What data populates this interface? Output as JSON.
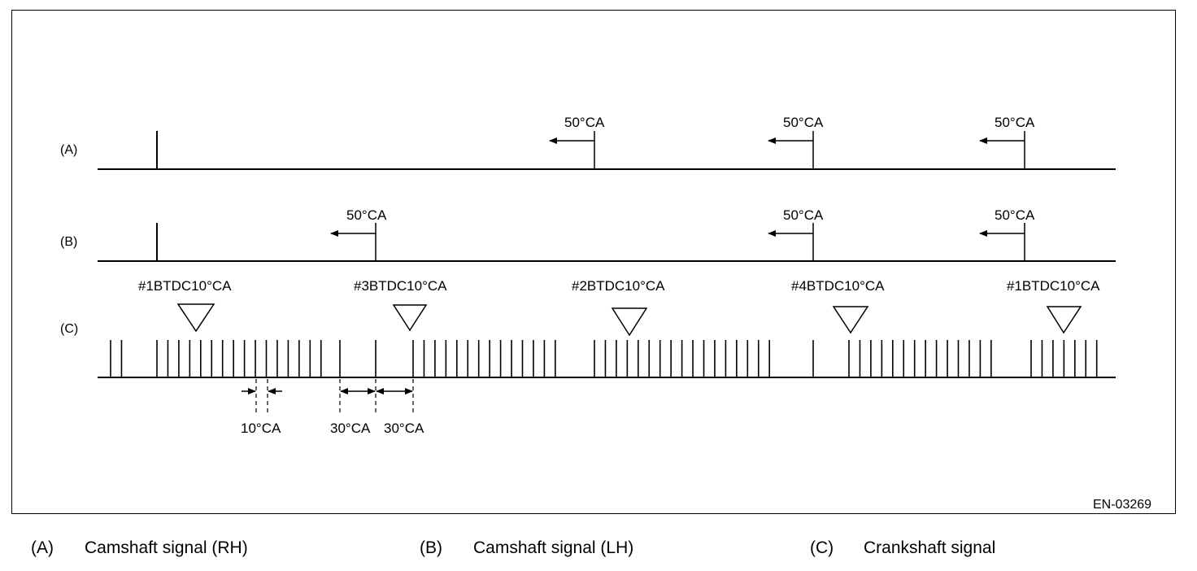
{
  "diagram": {
    "row_labels": {
      "a": "(A)",
      "b": "(B)",
      "c": "(C)"
    },
    "angle_label": "50°CA",
    "tdc_labels": [
      "#1BTDC10°CA",
      "#3BTDC10°CA",
      "#2BTDC10°CA",
      "#4BTDC10°CA",
      "#1BTDC10°CA"
    ],
    "dimensions": {
      "tooth_gap": "10°CA",
      "gap_left": "30°CA",
      "gap_right": "30°CA"
    },
    "figure_code": "EN-03269"
  },
  "legend": [
    {
      "key": "(A)",
      "text": "Camshaft signal (RH)"
    },
    {
      "key": "(B)",
      "text": "Camshaft signal (LH)"
    },
    {
      "key": "(C)",
      "text": "Crankshaft signal"
    }
  ]
}
